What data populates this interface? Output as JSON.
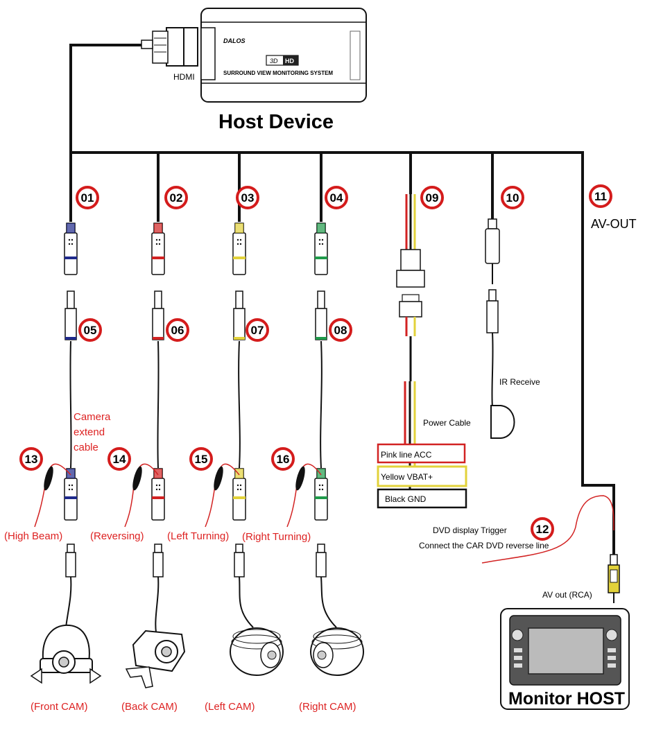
{
  "host": {
    "title": "Host Device",
    "brand": "DALOS",
    "badge_3d": "3D",
    "badge_hd": "HD",
    "system": "SURROUND VIEW MONITORING SYSTEM",
    "hdmi": "HDMI"
  },
  "badges": [
    "01",
    "02",
    "03",
    "04",
    "05",
    "06",
    "07",
    "08",
    "09",
    "10",
    "11",
    "12",
    "13",
    "14",
    "15",
    "16"
  ],
  "labels": {
    "av_out": "AV-OUT",
    "camera_extend": [
      "Camera",
      "extend",
      "cable"
    ],
    "ir_receive": "IR Receive",
    "power_cable": "Power Cable",
    "pink": "Pink line ACC",
    "yellow": "Yellow VBAT+",
    "black": "Black GND",
    "dvd_trigger": "DVD display Trigger",
    "dvd_reverse": "Connect the CAR DVD reverse line",
    "av_rca": "AV out  (RCA)",
    "monitor": "Monitor  HOST"
  },
  "triggers": [
    "(High Beam)",
    "(Reversing)",
    "(Left Turning)",
    "(Right Turning)"
  ],
  "cams": [
    "(Front CAM)",
    "(Back CAM)",
    "(Left CAM)",
    "(Right CAM)"
  ],
  "colors": {
    "blue": "#1f2a8c",
    "red": "#d22222",
    "yellow": "#e2d23a",
    "green": "#1f9a4a",
    "badge": "#d41c1c"
  }
}
